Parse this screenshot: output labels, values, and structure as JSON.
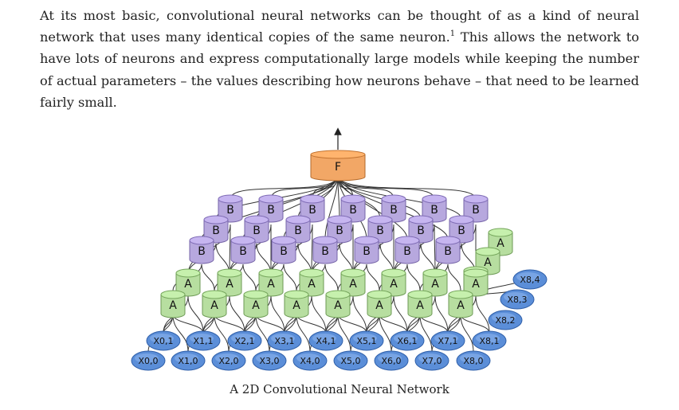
{
  "paragraph": {
    "part1": "At its most basic, convolutional neural networks can be thought of as a kind of neural network that uses many identical copies of the same neuron.",
    "footnote": "1",
    "part2": " This allows the network to have lots of neurons and express computationally large models while keeping the number of actual parameters – the values describing how neurons behave – that need to be learned fairly small."
  },
  "figure": {
    "output_label": "F",
    "layer_b_label": "B",
    "layer_a_label": "A",
    "input_rows": [
      [
        "X0,0",
        "X1,0",
        "X2,0",
        "X3,0",
        "X4,0",
        "X5,0",
        "X6,0",
        "X7,0",
        "X8,0"
      ],
      [
        "X0,1",
        "X1,1",
        "X2,1",
        "X3,1",
        "X4,1",
        "X5,1",
        "X6,1",
        "X7,1",
        "X8,1"
      ]
    ],
    "input_side": [
      "X8,2",
      "X8,3",
      "X8,4"
    ],
    "colors": {
      "input": "#5b8ed8",
      "input_stroke": "#2e5ea8",
      "layer_a": "#b7dea0",
      "layer_a_stroke": "#6d9a55",
      "layer_b": "#b7a8de",
      "layer_b_stroke": "#7664a8",
      "output": "#f2a766",
      "output_stroke": "#b26a2c"
    }
  },
  "caption": "A 2D Convolutional Neural Network"
}
